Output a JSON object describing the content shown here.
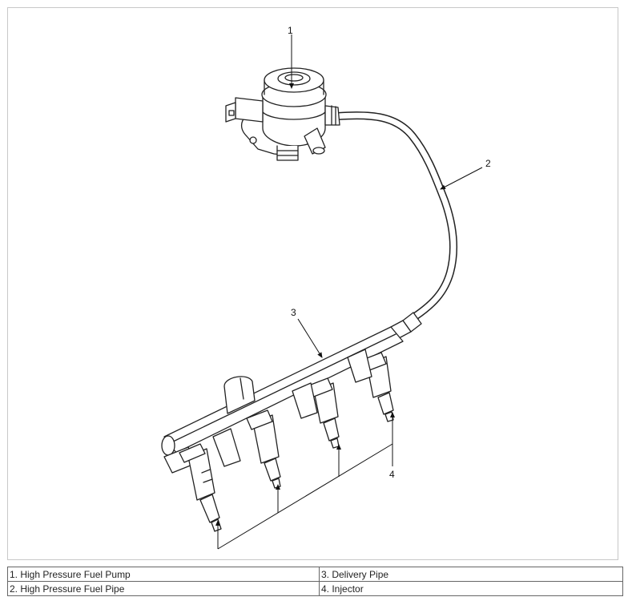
{
  "callouts": [
    "1",
    "2",
    "3",
    "4"
  ],
  "legend": {
    "rows": [
      [
        "1. High Pressure Fuel Pump",
        "3. Delivery Pipe"
      ],
      [
        "2. High Pressure Fuel Pipe",
        "4. Injector"
      ]
    ]
  }
}
